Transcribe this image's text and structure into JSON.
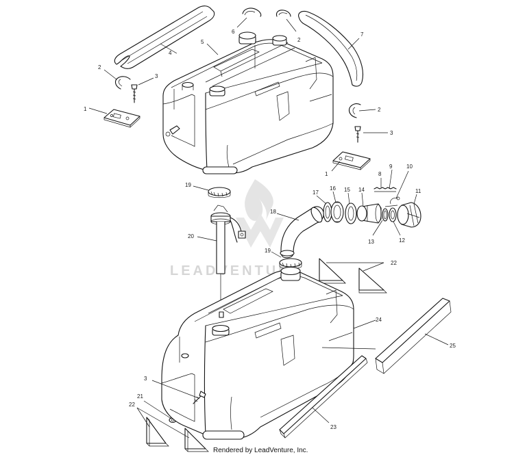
{
  "watermark": "LEADVENTURE",
  "footer": "Rendered by LeadVenture, Inc.",
  "callouts": {
    "c1a": "1",
    "c1b": "1",
    "c2a": "2",
    "c2b": "2",
    "c2c": "2",
    "c3a": "3",
    "c3b": "3",
    "c3c": "3",
    "c4": "4",
    "c5": "5",
    "c6": "6",
    "c7": "7",
    "c8": "8",
    "c9": "9",
    "c10": "10",
    "c11": "11",
    "c12": "12",
    "c13": "13",
    "c14": "14",
    "c15": "15",
    "c16": "16",
    "c17": "17",
    "c18": "18",
    "c19a": "19",
    "c19b": "19",
    "c20": "20",
    "c21": "21",
    "c22a": "22",
    "c22b": "22",
    "c23": "23",
    "c24": "24",
    "c25": "25"
  }
}
